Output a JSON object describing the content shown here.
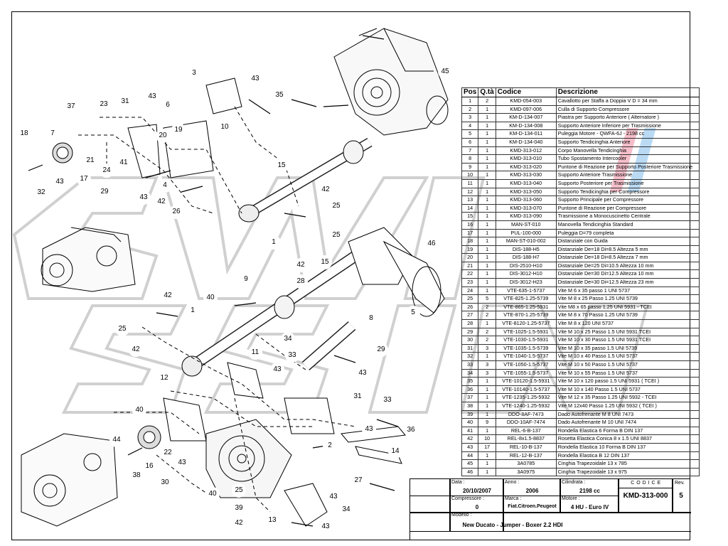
{
  "table": {
    "headers": {
      "pos": "Pos",
      "qta": "Q.tà",
      "codice": "Codice",
      "descrizione": "Descrizione"
    },
    "rows": [
      {
        "pos": "1",
        "qta": "2",
        "codice": "KMD-054-003",
        "desc": "Cavallotto per Staffa a Doppia V D = 34 mm"
      },
      {
        "pos": "2",
        "qta": "1",
        "codice": "KMD-097-006",
        "desc": "Culla di Supporto Compressore"
      },
      {
        "pos": "3",
        "qta": "1",
        "codice": "KM-D-134-007",
        "desc": "Piastra per Supporto Anteriore ( Alternatore )"
      },
      {
        "pos": "4",
        "qta": "1",
        "codice": "KM-D-134-008",
        "desc": "Supporto Anteriore Inferiore per Trasmissione"
      },
      {
        "pos": "5",
        "qta": "1",
        "codice": "KM-D-134-011",
        "desc": "Puleggia Motore - QWFA-6J - 2198 cc"
      },
      {
        "pos": "6",
        "qta": "1",
        "codice": "KM-D-134-040",
        "desc": "Supporto Tendicinghia Anteriore"
      },
      {
        "pos": "7",
        "qta": "1",
        "codice": "KMD-313-012",
        "desc": "Corpo Manovella Tendicinghia"
      },
      {
        "pos": "8",
        "qta": "1",
        "codice": "KMD-313-010",
        "desc": "Tubo Spostamento Intercooler"
      },
      {
        "pos": "9",
        "qta": "1",
        "codice": "KMD-313-020",
        "desc": "Puntone di Reazione per Supporto Posteriore Trasmissione"
      },
      {
        "pos": "10",
        "qta": "1",
        "codice": "KMD-313-030",
        "desc": "Supporto Anteriore Trasmissione"
      },
      {
        "pos": "11",
        "qta": "1",
        "codice": "KMD-313-040",
        "desc": "Supporto Posteriore per Trasmissione"
      },
      {
        "pos": "12",
        "qta": "1",
        "codice": "KMD-313-050",
        "desc": "Supporto Tendicinghia per Compressore"
      },
      {
        "pos": "13",
        "qta": "1",
        "codice": "KMD-313-060",
        "desc": "Supporto Principale per Compressore"
      },
      {
        "pos": "14",
        "qta": "1",
        "codice": "KMD-313-070",
        "desc": "Puntone di Reazione per Compressore"
      },
      {
        "pos": "15",
        "qta": "1",
        "codice": "KMD-313-090",
        "desc": "Trasmissione a Monocuscinetto Centrale"
      },
      {
        "pos": "16",
        "qta": "1",
        "codice": "MAN-ST-010",
        "desc": "Manovella Tendicinghia Standard"
      },
      {
        "pos": "17",
        "qta": "1",
        "codice": "PUL-100-000",
        "desc": "Puleggia D=79 completa"
      },
      {
        "pos": "18",
        "qta": "1",
        "codice": "MAN-ST-010-002",
        "desc": "Distanziale con Guida"
      },
      {
        "pos": "19",
        "qta": "1",
        "codice": "DIS-188-H5",
        "desc": "Distanziale De=18 Di=8.5 Altezza 5 mm"
      },
      {
        "pos": "20",
        "qta": "1",
        "codice": "DIS-188-H7",
        "desc": "Distanziale De=18 Di=8.5 Altezza 7 mm"
      },
      {
        "pos": "21",
        "qta": "1",
        "codice": "DIS-2510-H10",
        "desc": "Distanziale De=25 Di=10.5 Altezza 10 mm"
      },
      {
        "pos": "22",
        "qta": "1",
        "codice": "DIS-3012-H10",
        "desc": "Distanziale De=30 Di=12.5 Altezza 10 mm"
      },
      {
        "pos": "23",
        "qta": "1",
        "codice": "DIS-3012-H23",
        "desc": "Distanziale De=30 Di=12.5 Altezza 23 mm"
      },
      {
        "pos": "24",
        "qta": "1",
        "codice": "VTE-635-1-5737",
        "desc": "Vite M 6 x 35 passo 1 UNI 5737"
      },
      {
        "pos": "25",
        "qta": "5",
        "codice": "VTE-825-1.25-5739",
        "desc": "Vite M 8 x 25 Passo 1.25 UNI 5739"
      },
      {
        "pos": "26",
        "qta": "2",
        "codice": "VTE-865-1.25-5931",
        "desc": "Vite M8 x 65 passo 1.25 UNI 5931 - TCEI"
      },
      {
        "pos": "27",
        "qta": "2",
        "codice": "VTE-870-1.25-5739",
        "desc": "Vite M 8 x 70 Passo 1.25 UNI 5739"
      },
      {
        "pos": "28",
        "qta": "1",
        "codice": "VTE-8120-1.25-5737",
        "desc": "Vite M 8 x 120 UNI 5737"
      },
      {
        "pos": "29",
        "qta": "2",
        "codice": "VTE-1025-1.5-5931",
        "desc": "Vite M 10 x 25 Passo 1.5 UNI 5931 TCEI"
      },
      {
        "pos": "30",
        "qta": "2",
        "codice": "VTE-1030-1.5-5931",
        "desc": "Vite M 10 x 30 Passo 1.5 UNI 5931 TCEI"
      },
      {
        "pos": "31",
        "qta": "3",
        "codice": "VTE-1035-1.5-5739",
        "desc": "Vite M 10 x 35 passo 1.5 UNI 5739"
      },
      {
        "pos": "32",
        "qta": "1",
        "codice": "VTE-1040-1.5-5737",
        "desc": "Vite M 10 x 40 Passo 1.5 UNI 5737"
      },
      {
        "pos": "33",
        "qta": "3",
        "codice": "VTE-1050-1.5-5737",
        "desc": "Vite M 10 x 50 Passo 1.5 UNI 5737"
      },
      {
        "pos": "34",
        "qta": "3",
        "codice": "VTE-1055-1.5-5737",
        "desc": "Vite M 10 x 55 Passo 1.5 UNI 5737"
      },
      {
        "pos": "35",
        "qta": "1",
        "codice": "VTE-10120-1.5-5931",
        "desc": "Vite M 10 x 120 passo 1.5 UNI 5931 ( TCEI )"
      },
      {
        "pos": "36",
        "qta": "1",
        "codice": "VTE-10140-1.5-5737",
        "desc": "Vite M 10 x 140 Passo 1.5 UNI 5737"
      },
      {
        "pos": "37",
        "qta": "1",
        "codice": "VTE-1235-1.25-5932",
        "desc": "Vite M 12 x 35 Passo 1.25 UNI 5932 - TCEI"
      },
      {
        "pos": "38",
        "qta": "1",
        "codice": "VTE-1240-1.25-5932",
        "desc": "Vite M 12x40 Passo 1.25 UNI 5932 ( TCEI )"
      },
      {
        "pos": "39",
        "qta": "1",
        "codice": "DDO-8AF-7473",
        "desc": "Dado Autofrenante M 8 UNI 7473"
      },
      {
        "pos": "40",
        "qta": "9",
        "codice": "DDO-10AF-7474",
        "desc": "Dado Autofrenante M 10 UNI 7474"
      },
      {
        "pos": "41",
        "qta": "1",
        "codice": "REL-6-B-137",
        "desc": "Rondella Elastica 6 Forma B DIN 137"
      },
      {
        "pos": "42",
        "qta": "10",
        "codice": "REL-8x1.5-8837",
        "desc": "Rosetta Elastica Conica 8 x 1.5 UNI 8837"
      },
      {
        "pos": "43",
        "qta": "17",
        "codice": "REL-10-B-137",
        "desc": "Rondella Elastica 10 Forma B DIN 137"
      },
      {
        "pos": "44",
        "qta": "1",
        "codice": "REL-12-B-137",
        "desc": "Rondella Elastica B 12 DIN 137"
      },
      {
        "pos": "45",
        "qta": "1",
        "codice": "3A0785",
        "desc": "Cinghia Trapezoidale 13 x 785"
      },
      {
        "pos": "46",
        "qta": "1",
        "codice": "3A0975",
        "desc": "Cinghia Trapezoidale 13 x 975"
      }
    ]
  },
  "title_block": {
    "data_label": "Data :",
    "data_value": "20/10/2007",
    "anno_label": "Anno :",
    "anno_value": "2006",
    "cilindrata_label": "Cilindrata :",
    "cilindrata_value": "2198 cc",
    "codice_label": "C O D I C E",
    "codice_value": "KMD-313-000",
    "rev_label": "Rev.",
    "rev_value": "5",
    "compressore_label": "Compressore :",
    "compressore_value": "0",
    "marca_label": "Marca :",
    "marca_value": "Fiat.Citroen.Peugeot",
    "motore_label": "Motore :",
    "motore_value": "4 HU - Euro IV",
    "modello_label": "Modello :",
    "modello_value": "New Ducato - Jumper - Boxer 2.2 HDI"
  },
  "watermark_text": "SWISS",
  "callouts": [
    "45",
    "3",
    "43",
    "35",
    "43",
    "31",
    "37",
    "23",
    "6",
    "7",
    "20",
    "19",
    "10",
    "18",
    "21",
    "24",
    "41",
    "17",
    "43",
    "32",
    "29",
    "43",
    "4",
    "42",
    "26",
    "15",
    "42",
    "25",
    "1",
    "25",
    "46",
    "42",
    "15",
    "9",
    "28",
    "40",
    "42",
    "1",
    "25",
    "42",
    "34",
    "11",
    "33",
    "43",
    "8",
    "29",
    "43",
    "12",
    "31",
    "33",
    "40",
    "43",
    "36",
    "44",
    "22",
    "16",
    "38",
    "43",
    "30",
    "40",
    "25",
    "27",
    "43",
    "13",
    "34",
    "43",
    "39",
    "42",
    "14",
    "2",
    "5"
  ]
}
